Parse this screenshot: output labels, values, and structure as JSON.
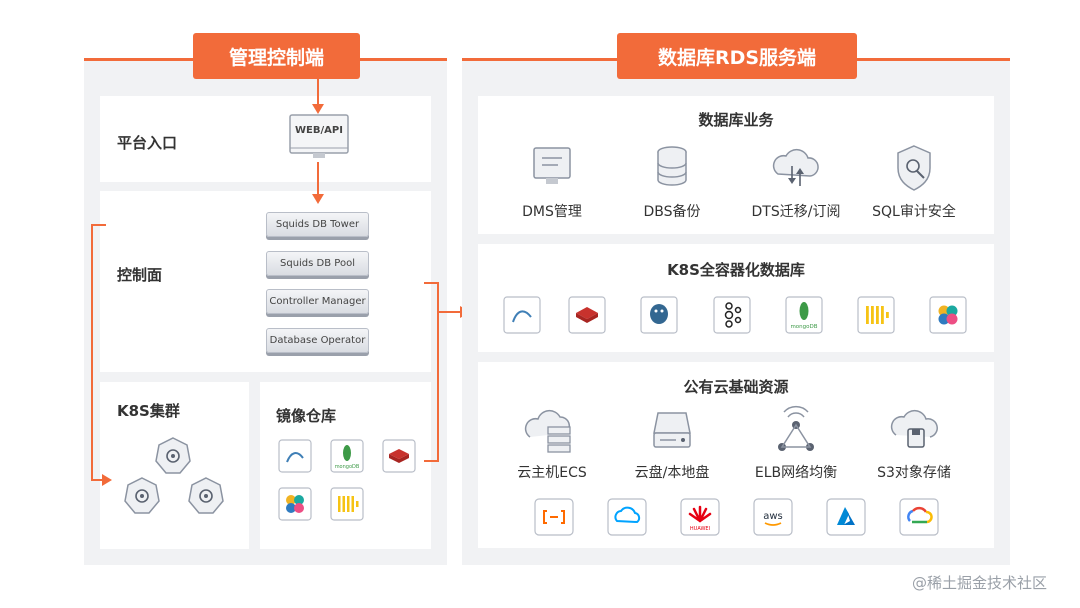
{
  "management": {
    "title": "管理控制端",
    "platform_entry": {
      "label": "平台入口",
      "box": "WEB/API"
    },
    "control_plane": {
      "label": "控制面",
      "stack": [
        "Squids DB Tower",
        "Squids DB Pool",
        "Controller Manager",
        "Database Operator"
      ]
    },
    "k8s_cluster": {
      "label": "K8S集群"
    },
    "image_repo": {
      "label": "镜像仓库"
    }
  },
  "rds": {
    "title": "数据库RDS服务端",
    "db_business": {
      "title": "数据库业务",
      "items": [
        {
          "label": "DMS管理",
          "icon": "monitor-icon"
        },
        {
          "label": "DBS备份",
          "icon": "database-backup-icon"
        },
        {
          "label": "DTS迁移/订阅",
          "icon": "cloud-sync-icon"
        },
        {
          "label": "SQL审计安全",
          "icon": "shield-search-icon"
        }
      ]
    },
    "k8s_db": {
      "title": "K8S全容器化数据库",
      "engines": [
        "mysql-icon",
        "redis-icon",
        "postgresql-icon",
        "kafka-icon",
        "mongodb-icon",
        "clickhouse-icon",
        "elastic-icon"
      ]
    },
    "cloud_base": {
      "title": "公有云基础资源",
      "items": [
        {
          "label": "云主机ECS",
          "icon": "cloud-server-icon"
        },
        {
          "label": "云盘/本地盘",
          "icon": "disk-icon"
        },
        {
          "label": "ELB网络均衡",
          "icon": "load-balancer-icon"
        },
        {
          "label": "S3对象存储",
          "icon": "object-storage-icon"
        }
      ],
      "providers": [
        "aliyun-icon",
        "tencent-cloud-icon",
        "huawei-cloud-icon",
        "aws-icon",
        "azure-icon",
        "google-cloud-icon"
      ],
      "provider_texts": {
        "huawei": "HUAWEI",
        "aws": "aws"
      }
    }
  },
  "mongo_text": "mongoDB",
  "watermark": "@稀土掘金技术社区",
  "colors": {
    "accent": "#f26b3a",
    "panel": "#f1f2f4"
  }
}
